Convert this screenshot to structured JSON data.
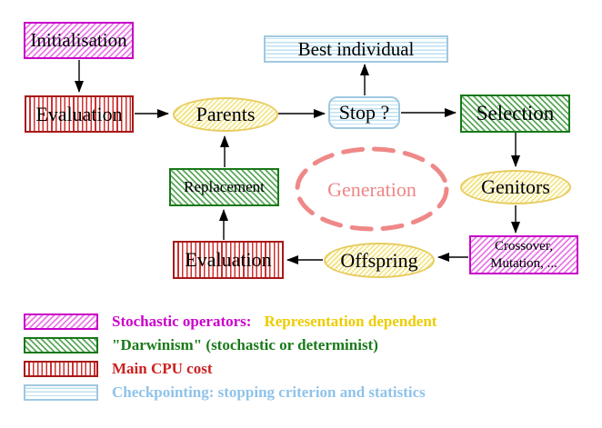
{
  "nodes": {
    "initialisation": {
      "label": "Initialisation"
    },
    "evaluation_top": {
      "label": "Evaluation"
    },
    "parents": {
      "label": "Parents"
    },
    "best_individual": {
      "label": "Best individual"
    },
    "stop": {
      "label": "Stop ?"
    },
    "selection": {
      "label": "Selection"
    },
    "genitors": {
      "label": "Genitors"
    },
    "crossover": {
      "line1": "Crossover,",
      "line2": "Mutation, ..."
    },
    "offspring": {
      "label": "Offspring"
    },
    "evaluation_bottom": {
      "label": "Evaluation"
    },
    "replacement": {
      "label": "Replacement"
    },
    "generation": {
      "label": "Generation"
    }
  },
  "legend": {
    "items": [
      {
        "swatch": "magenta-diagonal-hatch",
        "label": "Stochastic operators:",
        "label2": "Representation dependent"
      },
      {
        "swatch": "green-diagonal-hatch",
        "label": "\"Darwinism\" (stochastic or determinist)"
      },
      {
        "swatch": "red-vertical-stripes",
        "label": "Main CPU cost"
      },
      {
        "swatch": "cyan-horizontal-stripes",
        "label": "Checkpointing: stopping criterion and statistics"
      }
    ]
  },
  "colors": {
    "magenta": "#cc00cc",
    "green": "#1a7a1a",
    "red": "#c02020",
    "cyan_blue": "#9cc8e4",
    "yellow_border": "#e8cc60",
    "gold_text": "#eecc00",
    "light_blue_text": "#8fc3ea",
    "salmon": "#ef8585",
    "arrow": "#000000"
  }
}
